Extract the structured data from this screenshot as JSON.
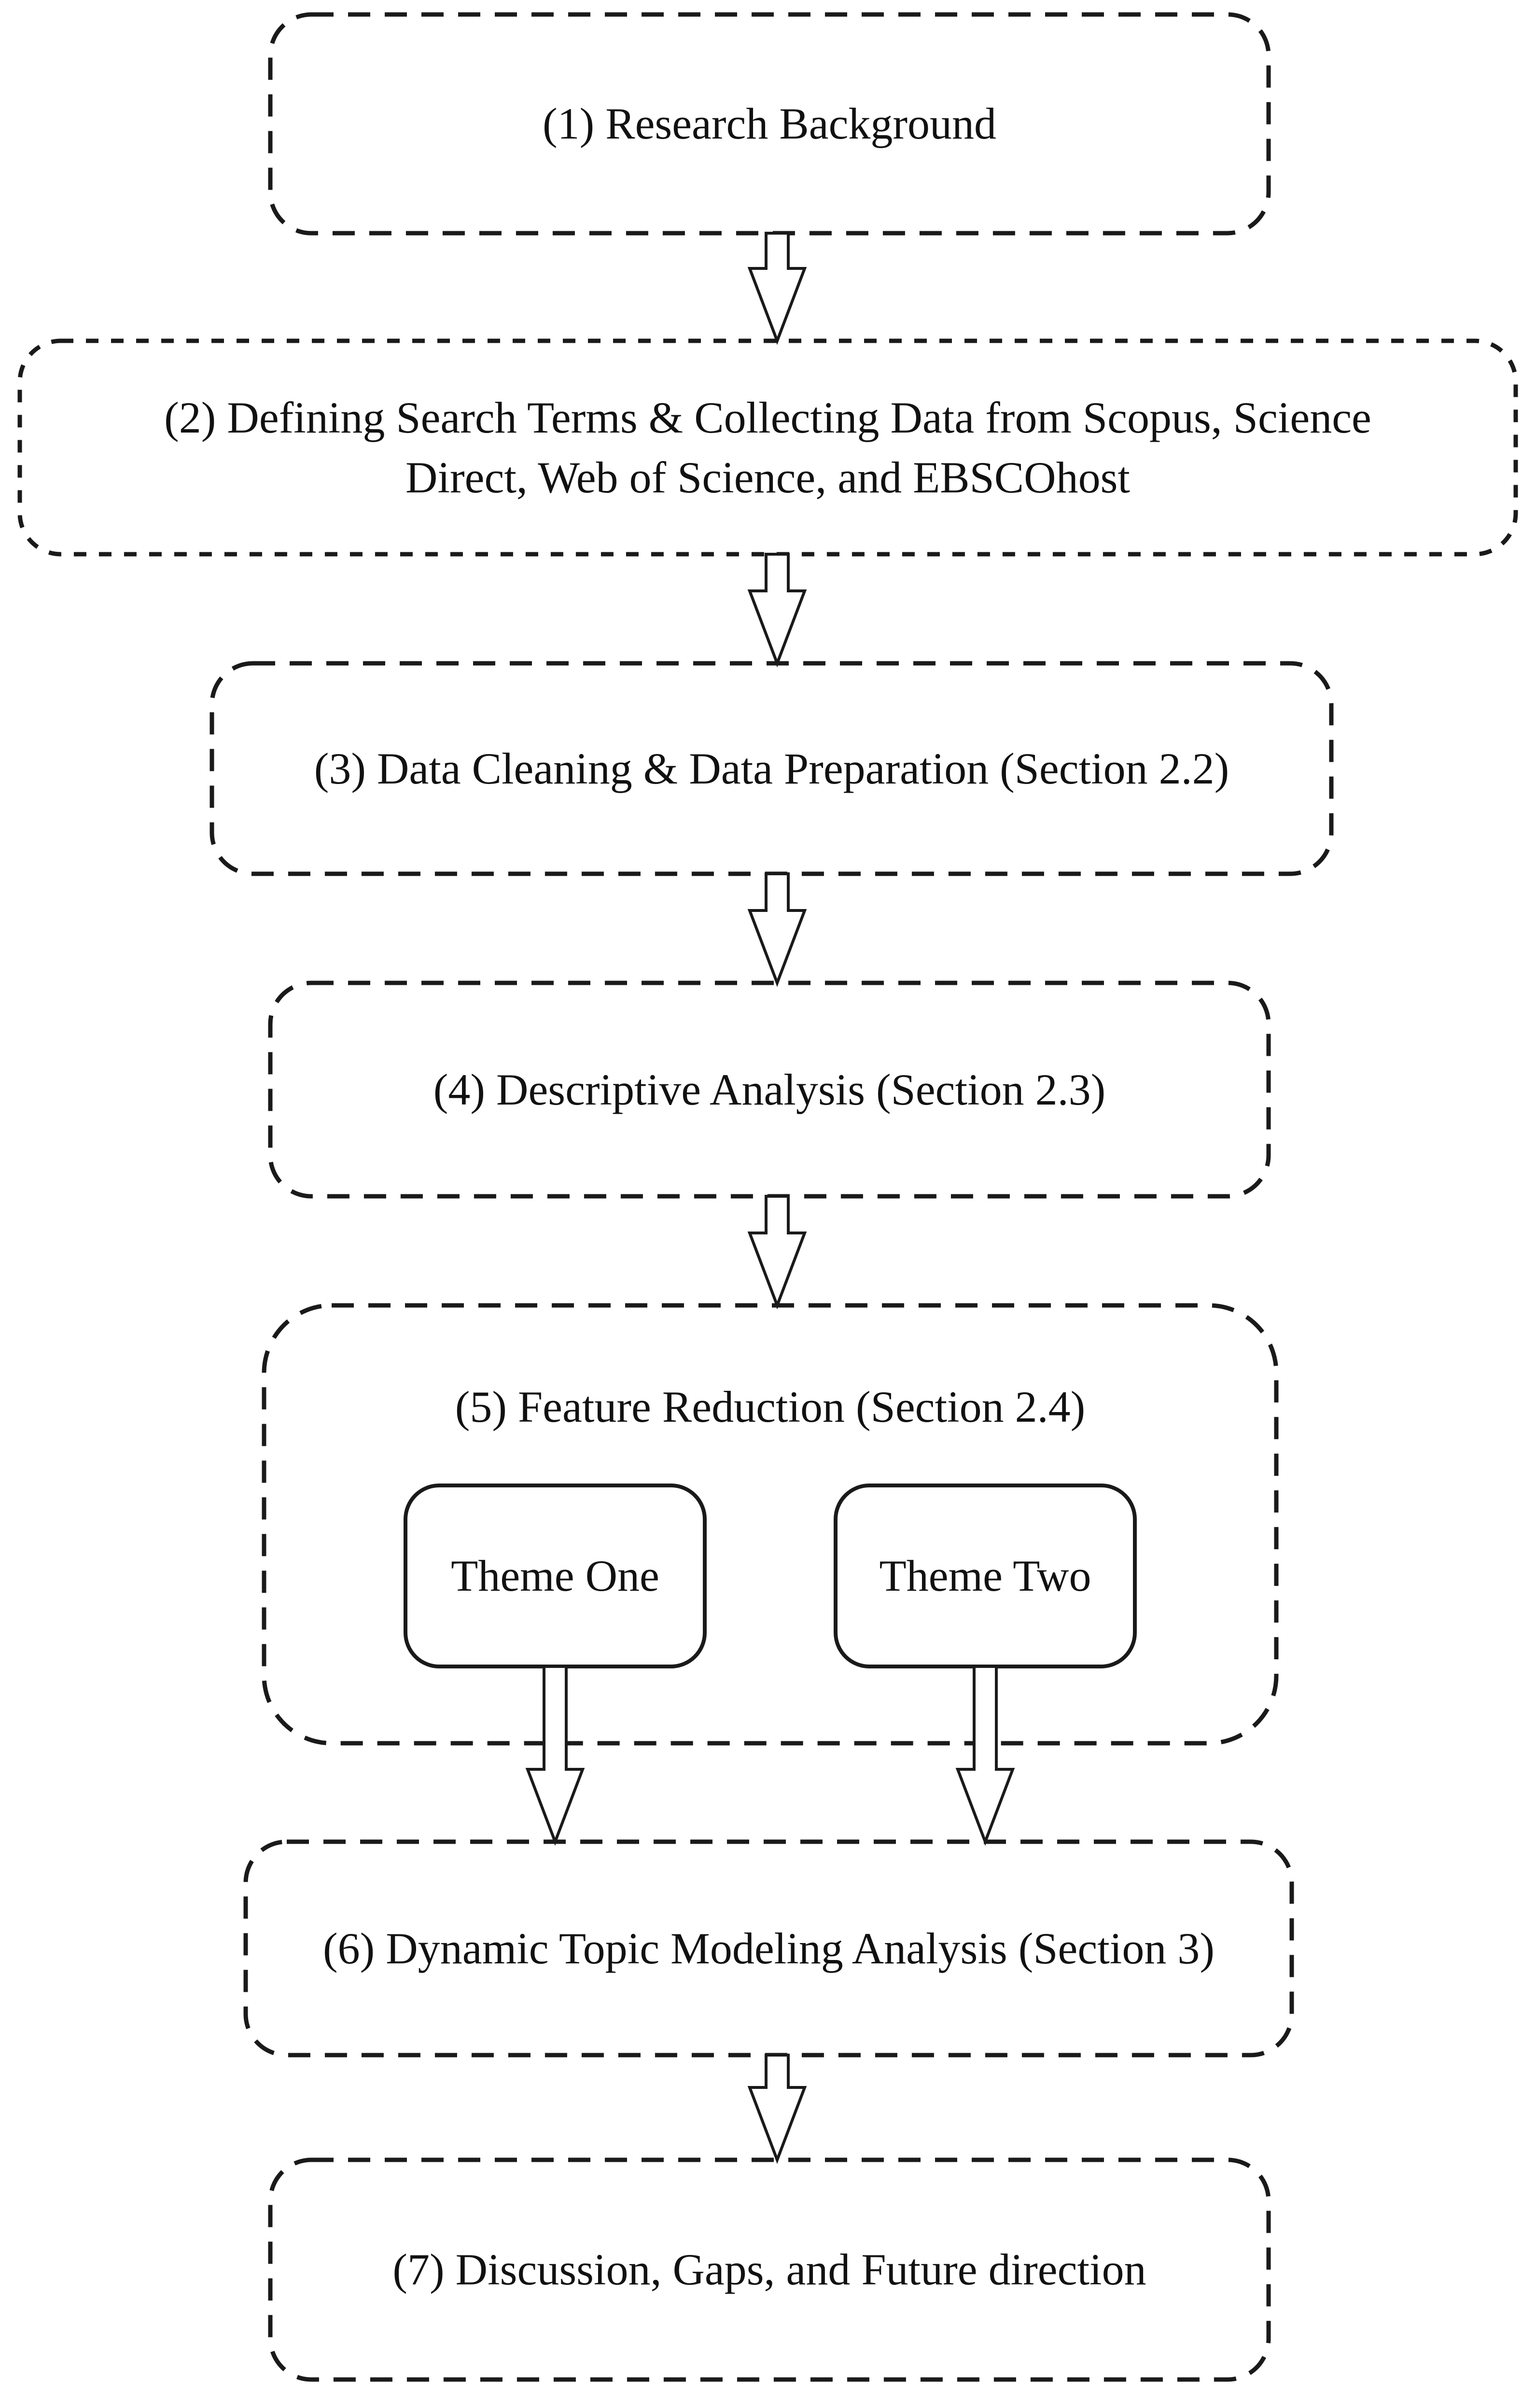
{
  "figure": {
    "type": "flowchart",
    "colors": {
      "background": "#ffffff",
      "line": "#1a1a1a",
      "text": "#111111",
      "arrow_fill": "#ffffff"
    },
    "nodes": {
      "n1": {
        "label": "(1) Research Background"
      },
      "n2": {
        "lines": [
          "(2) Defining Search Terms & Collecting Data from Scopus, Science",
          "Direct, Web of Science, and EBSCOhost"
        ]
      },
      "n3": {
        "label": "(3) Data Cleaning & Data Preparation (Section 2.2)"
      },
      "n4": {
        "label": "(4) Descriptive Analysis (Section 2.3)"
      },
      "n5": {
        "label": "(5) Feature Reduction (Section 2.4)"
      },
      "theme_one": {
        "label": "Theme One"
      },
      "theme_two": {
        "label": "Theme Two"
      },
      "n6": {
        "label": "(6) Dynamic Topic Modeling Analysis (Section 3)"
      },
      "n7": {
        "label": "(7) Discussion, Gaps, and Future direction"
      }
    },
    "edges": [
      {
        "from": "n1",
        "to": "n2"
      },
      {
        "from": "n2",
        "to": "n3"
      },
      {
        "from": "n3",
        "to": "n4"
      },
      {
        "from": "n4",
        "to": "n5"
      },
      {
        "from": "theme_one",
        "to": "n6"
      },
      {
        "from": "theme_two",
        "to": "n6"
      },
      {
        "from": "n6",
        "to": "n7"
      }
    ]
  }
}
